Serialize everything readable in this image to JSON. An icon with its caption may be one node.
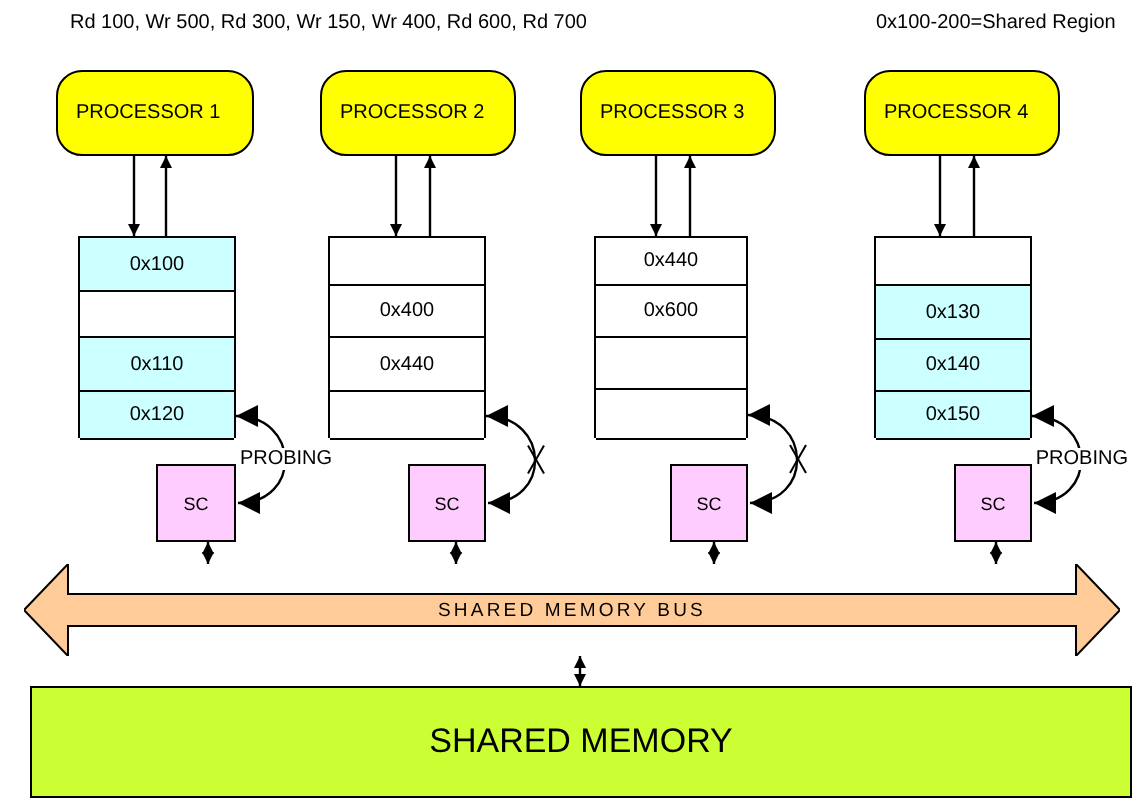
{
  "diagram": {
    "nodes": [
      {
        "text": [
          "PROCESSOR 1"
        ]
      },
      {
        "text": [
          "PROCESSOR 2"
        ]
      },
      {
        "text": [
          "PROCESSOR 3"
        ]
      },
      {
        "text": [
          "PROCESSOR 4"
        ]
      },
      {
        "text": [],
        "shape": "box"
      },
      {
        "text": [
          "0x100"
        ],
        "in": 4
      },
      {
        "text": [],
        "shape": "box",
        "in": 4
      },
      {
        "text": [
          "0x110"
        ],
        "in": 4
      },
      {
        "text": [
          "0x120"
        ],
        "in": 4
      },
      {
        "text": [],
        "shape": "box"
      },
      {
        "text": [],
        "shape": "box",
        "in": 9
      },
      {
        "text": [
          "0x400"
        ],
        "in": 9
      },
      {
        "text": [
          "0x440"
        ],
        "in": 9
      },
      {
        "text": [],
        "shape": "box",
        "in": 9
      },
      {
        "text": [],
        "shape": "box"
      },
      {
        "text": [
          "0x440"
        ],
        "in": 14
      },
      {
        "text": [
          "0x600"
        ],
        "in": 14
      },
      {
        "text": [],
        "shape": "box",
        "in": 14
      },
      {
        "text": [],
        "shape": "box",
        "in": 14
      },
      {
        "text": [],
        "shape": "box"
      },
      {
        "text": [],
        "shape": "box",
        "in": 19
      },
      {
        "text": [
          "0x130"
        ],
        "in": 19
      },
      {
        "text": [
          "0x140"
        ],
        "in": 19
      },
      {
        "text": [
          "0x150"
        ],
        "in": 19
      },
      {
        "text": [
          "SC"
        ]
      },
      {
        "text": [
          "SC"
        ]
      },
      {
        "text": [
          "SC"
        ]
      },
      {
        "text": [
          "SC"
        ]
      },
      {
        "text": [
          "SHARED MEMORY BUS"
        ]
      },
      {
        "text": [
          "SHARED MEMORY"
        ]
      }
    ],
    "edges": [
      {
        "from": 0,
        "to": 4,
        "arrow": "to"
      },
      {
        "from": 4,
        "to": 0,
        "arrow": "to"
      },
      {
        "from": 1,
        "to": 9,
        "arrow": "to"
      },
      {
        "from": 9,
        "to": 1,
        "arrow": "to"
      },
      {
        "from": 2,
        "to": 14,
        "arrow": "to"
      },
      {
        "from": 14,
        "to": 2,
        "arrow": "to"
      },
      {
        "from": 3,
        "to": 19,
        "arrow": "to"
      },
      {
        "from": 19,
        "to": 3,
        "arrow": "to"
      },
      {
        "from": 8,
        "to": 24,
        "arrow": "both",
        "label": "PROBING"
      },
      {
        "from": 13,
        "to": 25,
        "arrow": "both"
      },
      {
        "from": 18,
        "to": 26,
        "arrow": "both"
      },
      {
        "from": 23,
        "to": 27,
        "arrow": "both",
        "label": "PROBING"
      },
      {
        "from": 24,
        "to": 28,
        "arrow": "both"
      },
      {
        "from": 25,
        "to": 28,
        "arrow": "both"
      },
      {
        "from": 26,
        "to": 28,
        "arrow": "both"
      },
      {
        "from": 27,
        "to": 28,
        "arrow": "both"
      },
      {
        "from": 28,
        "to": 29,
        "arrow": "both"
      }
    ],
    "labels": [
      "Rd 100, Wr 500, Rd 300, Wr 150, Wr 400, Rd 600, Rd 700",
      "0x100-200=Shared Region"
    ]
  }
}
